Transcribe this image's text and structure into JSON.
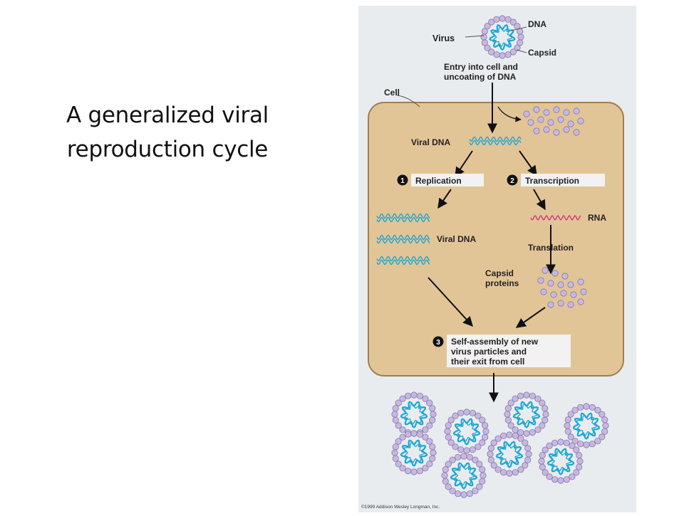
{
  "slide": {
    "title_line1": "A generalized viral",
    "title_line2": "reproduction cycle"
  },
  "diagram": {
    "labels": {
      "virus": "Virus",
      "dna": "DNA",
      "capsid": "Capsid",
      "entry_line1": "Entry into cell and",
      "entry_line2": "uncoating of DNA",
      "cell": "Cell",
      "viral_dna_top": "Viral DNA",
      "step1_num": "1",
      "step1": "Replication",
      "step2_num": "2",
      "step2": "Transcription",
      "rna": "RNA",
      "viral_dna_replicated": "Viral DNA",
      "translation": "Translation",
      "capsid_proteins_line1": "Capsid",
      "capsid_proteins_line2": "proteins",
      "step3_num": "3",
      "step3_line1": "Self-assembly of new",
      "step3_line2": "virus particles and",
      "step3_line3": "their exit from cell",
      "copyright": "©1999 Addison Wesley Longman, Inc."
    },
    "colors": {
      "panel_bg": "#e9ecef",
      "cell_fill": "#e2c597",
      "cell_border": "#a07d52",
      "dna": "#1ca6d4",
      "rna": "#d0347a",
      "capsomere_fill": "#c7b9de",
      "capsomere_stroke": "#8478b0",
      "arrow": "#111111",
      "label_box": "#f2f2f2"
    }
  }
}
